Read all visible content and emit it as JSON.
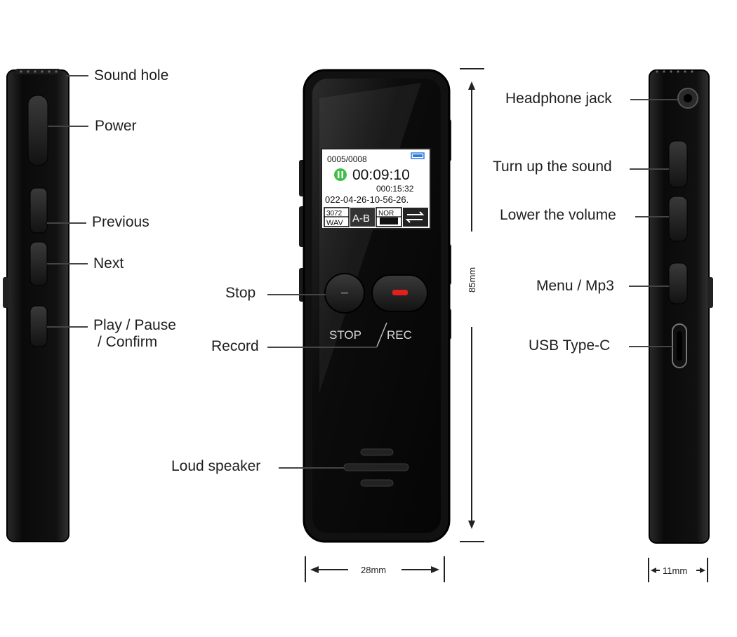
{
  "labels": {
    "left_side": {
      "sound_hole": "Sound hole",
      "power": "Power",
      "previous": "Previous",
      "next": "Next",
      "play_pause_line1": "Play / Pause",
      "play_pause_line2": "/ Confirm"
    },
    "front": {
      "stop": "Stop",
      "record": "Record",
      "loud_speaker": "Loud speaker",
      "stop_button_label": "STOP",
      "rec_button_label": "REC"
    },
    "right_side": {
      "headphone_jack": "Headphone jack",
      "turn_up": "Turn up the sound",
      "lower": "Lower the volume",
      "menu": "Menu / Mp3",
      "usb": "USB Type-C"
    },
    "dimensions": {
      "height": "85mm",
      "width": "28mm",
      "depth": "11mm"
    }
  },
  "screen": {
    "track_counter": "0005/0008",
    "elapsed_time": "00:09:10",
    "total_time": "000:15:32",
    "datetime": "022-04-26-10-56-26.",
    "bitrate": "3072",
    "format": "WAV",
    "ab_repeat": "A-B",
    "eq_mode": "NOR"
  },
  "colors": {
    "device_body": "#0d0d0d",
    "record_accent": "#e0211b",
    "play_indicator": "#3fbf4a",
    "screen_bg": "#ffffff"
  }
}
